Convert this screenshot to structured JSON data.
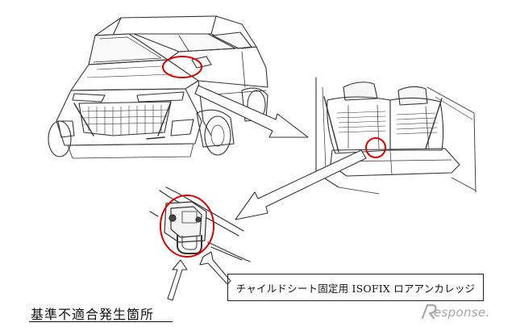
{
  "callouts": {
    "part_name": "チャイルドシート固定用 ISOFIX ロアアンカレッジ",
    "defect_location": "基準不適合発生箇所"
  },
  "watermark": {
    "text": "esponse.",
    "logo_letter": "R"
  },
  "colors": {
    "highlight_circle": "#e00000",
    "line_art": "#333333",
    "arrow_fill": "#ffffff",
    "watermark": "#a8a8a8"
  }
}
